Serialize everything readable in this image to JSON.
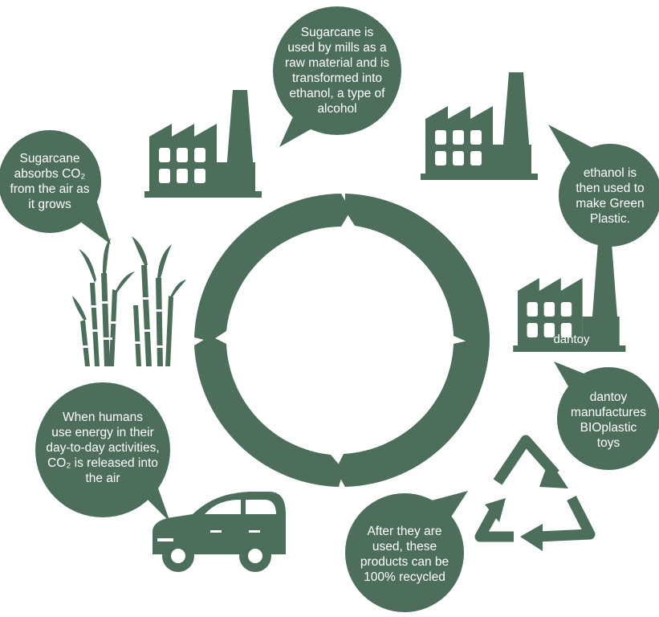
{
  "colors": {
    "primary": "#4e6e5c",
    "background": "#ffffff",
    "text_on_primary": "#ffffff"
  },
  "steps": [
    {
      "id": "absorb",
      "text": "Sugarcane\nabsorbs CO₂\nfrom the air as\nit grows"
    },
    {
      "id": "mills",
      "text": "Sugarcane is\nused by mills as a\nraw material and is\ntransformed into\nethanol, a type of\nalcohol"
    },
    {
      "id": "plastic",
      "text": "ethanol is\nthen used  to\nmake Green\nPlastic."
    },
    {
      "id": "manufacture",
      "text": "dantoy\nmanufactures\nBIOplastic\ntoys"
    },
    {
      "id": "recycle",
      "text": "After they are\nused, these\nproducts can be\n100% recycled"
    },
    {
      "id": "release",
      "text": "When humans\nuse energy in their\nday-to-day activities,\nCO₂ is released into\nthe air"
    }
  ],
  "factory_label": "dantoy",
  "icons": {
    "sugarcane": "sugarcane-icon",
    "factory_mill": "factory-icon",
    "factory_plastic": "factory-icon",
    "factory_dantoy": "factory-icon",
    "recycle": "recycle-icon",
    "car": "car-icon",
    "cycle": "cycle-arrows-icon"
  }
}
